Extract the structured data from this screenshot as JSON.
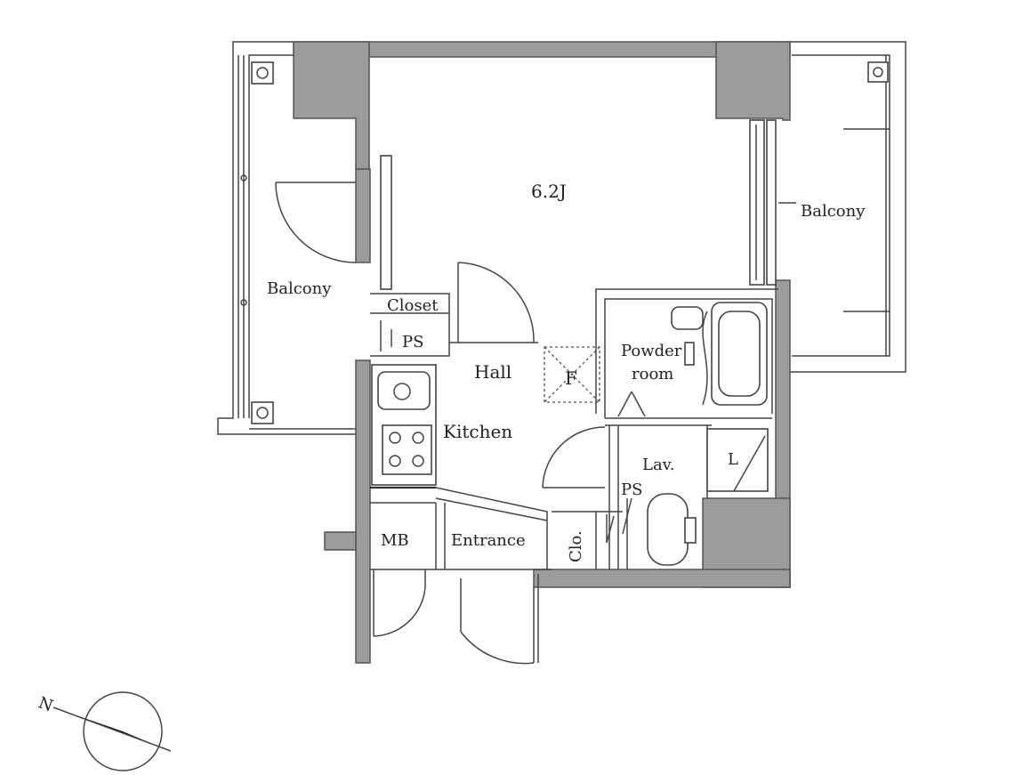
{
  "rooms": {
    "main_room": "6.2J",
    "balcony_left": "Balcony",
    "balcony_right": "Balcony",
    "closet": "Closet",
    "ps_upper": "PS",
    "hall": "Hall",
    "fire_detector": "F",
    "powder_room_line1": "Powder",
    "powder_room_line2": "room",
    "kitchen": "Kitchen",
    "laundry": "L",
    "lavatory": "Lav.",
    "ps_lower": "PS",
    "meter_box": "MB",
    "entrance": "Entrance",
    "clo": "Clo."
  },
  "compass": {
    "north_label": "N"
  },
  "colors": {
    "wall_fill": "#9c9c9c",
    "line": "#444444",
    "background": "#ffffff"
  }
}
